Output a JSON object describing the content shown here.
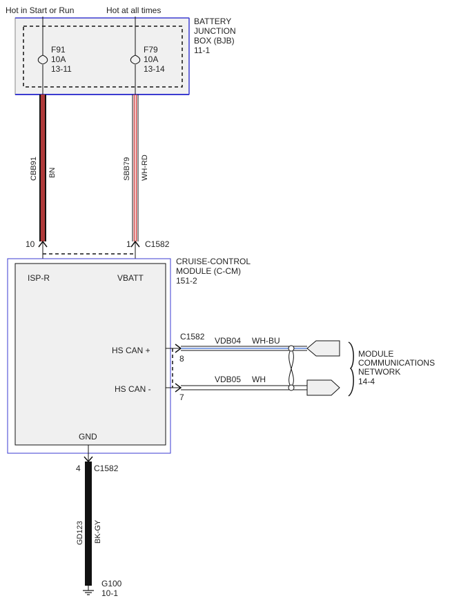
{
  "power_sources": {
    "start_run": "Hot in Start or Run",
    "all_times": "Hot at all times"
  },
  "bjb": {
    "line1": "BATTERY",
    "line2": "JUNCTION",
    "line3": "BOX (BJB)",
    "ref": "11-1",
    "fuse1": {
      "name": "F91",
      "rating": "10A",
      "ref": "13-11"
    },
    "fuse2": {
      "name": "F79",
      "rating": "10A",
      "ref": "13-14"
    }
  },
  "wires": {
    "w1": {
      "circuit": "CBB91",
      "color": "BN"
    },
    "w2": {
      "circuit": "SBB79",
      "color": "WH-RD"
    },
    "gnd": {
      "circuit": "GD123",
      "color": "BK-GY"
    },
    "can_hi": {
      "circuit": "VDB04",
      "color": "WH-BU"
    },
    "can_lo": {
      "circuit": "VDB05",
      "color": "WH"
    }
  },
  "connector_top": {
    "pin_a": "10",
    "pin_b": "1",
    "name": "C1582"
  },
  "module": {
    "line1": "CRUISE-CONTROL",
    "line2": "MODULE (C-CM)",
    "ref": "151-2",
    "pin_isp": "ISP-R",
    "pin_vbatt": "VBATT",
    "pin_can_hi": "HS CAN +",
    "pin_can_lo": "HS CAN -",
    "pin_gnd": "GND"
  },
  "connector_can": {
    "name": "C1582",
    "pin_hi": "8",
    "pin_lo": "7"
  },
  "connector_gnd": {
    "pin": "4",
    "name": "C1582"
  },
  "network": {
    "line1": "MODULE",
    "line2": "COMMUNICATIONS",
    "line3": "NETWORK",
    "ref": "14-4"
  },
  "ground": {
    "name": "G100",
    "ref": "10-1"
  },
  "colors": {
    "brown_wire": "#b03a3a",
    "box_fill": "#f0f0f0",
    "box_blue": "#3a3ad0",
    "black_wire": "#111111"
  }
}
